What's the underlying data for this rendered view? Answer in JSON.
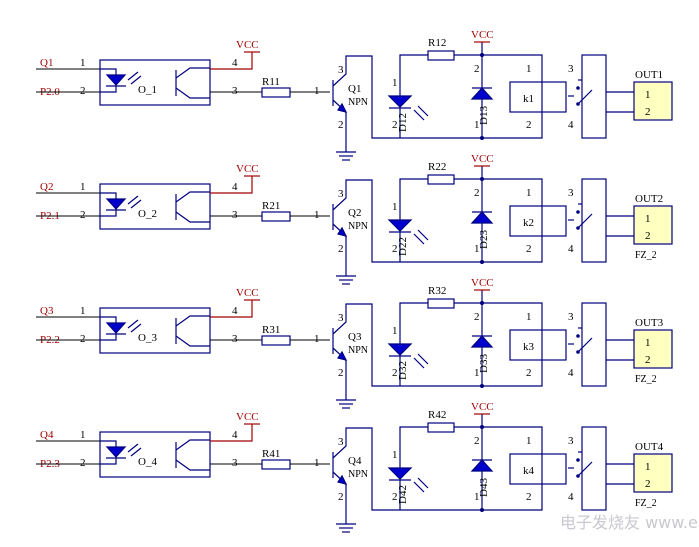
{
  "channels": [
    {
      "in": "Q1",
      "port": "P2.0",
      "opto": "O_1",
      "r_base": "R11",
      "transistor": "Q1",
      "type": "NPN",
      "r_led": "R12",
      "led": "D12",
      "diode": "D13",
      "relay": "k1",
      "out": "OUT1",
      "fz": ""
    },
    {
      "in": "Q2",
      "port": "P2.1",
      "opto": "O_2",
      "r_base": "R21",
      "transistor": "Q2",
      "type": "NPN",
      "r_led": "R22",
      "led": "D22",
      "diode": "D23",
      "relay": "k2",
      "out": "OUT2",
      "fz": "FZ_2"
    },
    {
      "in": "Q3",
      "port": "P2.2",
      "opto": "O_3",
      "r_base": "R31",
      "transistor": "Q3",
      "type": "NPN",
      "r_led": "R32",
      "led": "D32",
      "diode": "D33",
      "relay": "k3",
      "out": "OUT3",
      "fz": "FZ_2"
    },
    {
      "in": "Q4",
      "port": "P2.3",
      "opto": "O_4",
      "r_base": "R41",
      "transistor": "Q4",
      "type": "NPN",
      "r_led": "R42",
      "led": "D42",
      "diode": "D43",
      "relay": "k4",
      "out": "OUT4",
      "fz": "FZ_2"
    }
  ],
  "vcc_label": "VCC",
  "pins": {
    "p1": "1",
    "p2": "2",
    "p3": "3",
    "p4": "4"
  },
  "watermark": "电子发烧友  www.elecfans.com"
}
